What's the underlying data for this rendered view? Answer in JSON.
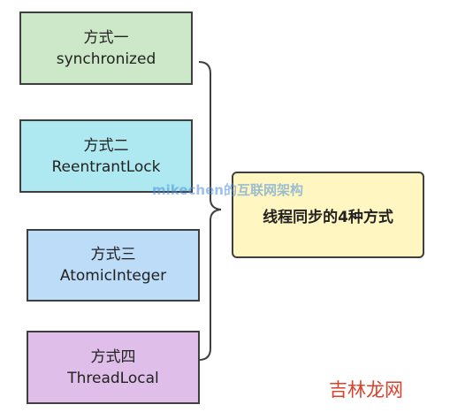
{
  "nodes": [
    {
      "line1": "方式一",
      "line2": "synchronized",
      "color": "#cde8c8"
    },
    {
      "line1": "方式二",
      "line2": "ReentrantLock",
      "color": "#aee8f0"
    },
    {
      "line1": "方式三",
      "line2": "AtomicInteger",
      "color": "#bcdcf8"
    },
    {
      "line1": "方式四",
      "line2": "ThreadLocal",
      "color": "#dfbfe9"
    }
  ],
  "root": {
    "label": "线程同步的4种方式",
    "color": "#fff6c2"
  },
  "watermark": {
    "text": "mikechen的互联网架构",
    "color": "#4a90d9"
  },
  "brand": {
    "text": "吉林龙网",
    "color": "#d9412b"
  },
  "colors": {
    "border": "#3f3f3f",
    "connector": "#3f3f3f"
  }
}
